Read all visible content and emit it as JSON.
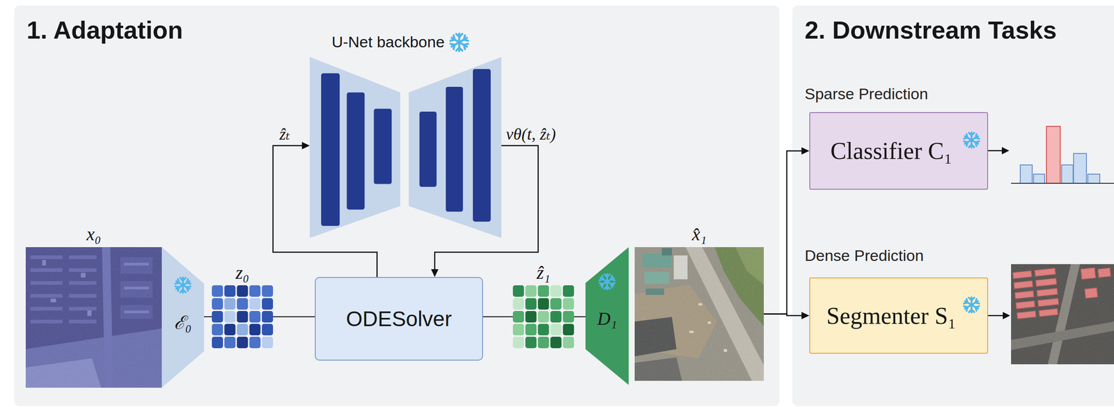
{
  "diagram": {
    "nodes": [
      {
        "text": [
          "1. Adaptation"
        ]
      },
      {
        "text": [
          "2. Downstream Tasks"
        ]
      },
      {
        "text": [
          "U-Net backbone"
        ],
        "in": 0
      },
      {
        "text": [
          "x₀"
        ],
        "in": 0
      },
      {
        "text": [
          "ℰ₀"
        ],
        "in": 0
      },
      {
        "text": [
          "z₀"
        ],
        "in": 0
      },
      {
        "text": [
          "ODESolver"
        ],
        "in": 0
      },
      {
        "text": [
          "ẑ₁"
        ],
        "in": 0
      },
      {
        "text": [
          "D₁"
        ],
        "in": 0
      },
      {
        "text": [
          "x̂₁"
        ],
        "in": 0
      },
      {
        "text": [
          "Classifier C₁"
        ],
        "in": 1
      },
      {
        "text": [
          "Segmenter S₁"
        ],
        "in": 1
      }
    ],
    "edges": [
      {
        "from": 4,
        "to": 5,
        "arrow": "none"
      },
      {
        "from": 5,
        "to": 6,
        "arrow": "none"
      },
      {
        "from": 6,
        "to": 2,
        "label": "ẑₜ",
        "arrow": "to"
      },
      {
        "from": 2,
        "to": 6,
        "label": "vθ(t, ẑₜ)",
        "arrow": "to"
      },
      {
        "from": 6,
        "to": 7,
        "arrow": "none"
      },
      {
        "from": 7,
        "to": 8,
        "arrow": "none"
      },
      {
        "from": 9,
        "to": 10,
        "arrow": "to"
      },
      {
        "from": 9,
        "to": 11,
        "arrow": "to"
      }
    ],
    "labels": [
      "Sparse Prediction",
      "Dense Prediction"
    ]
  }
}
